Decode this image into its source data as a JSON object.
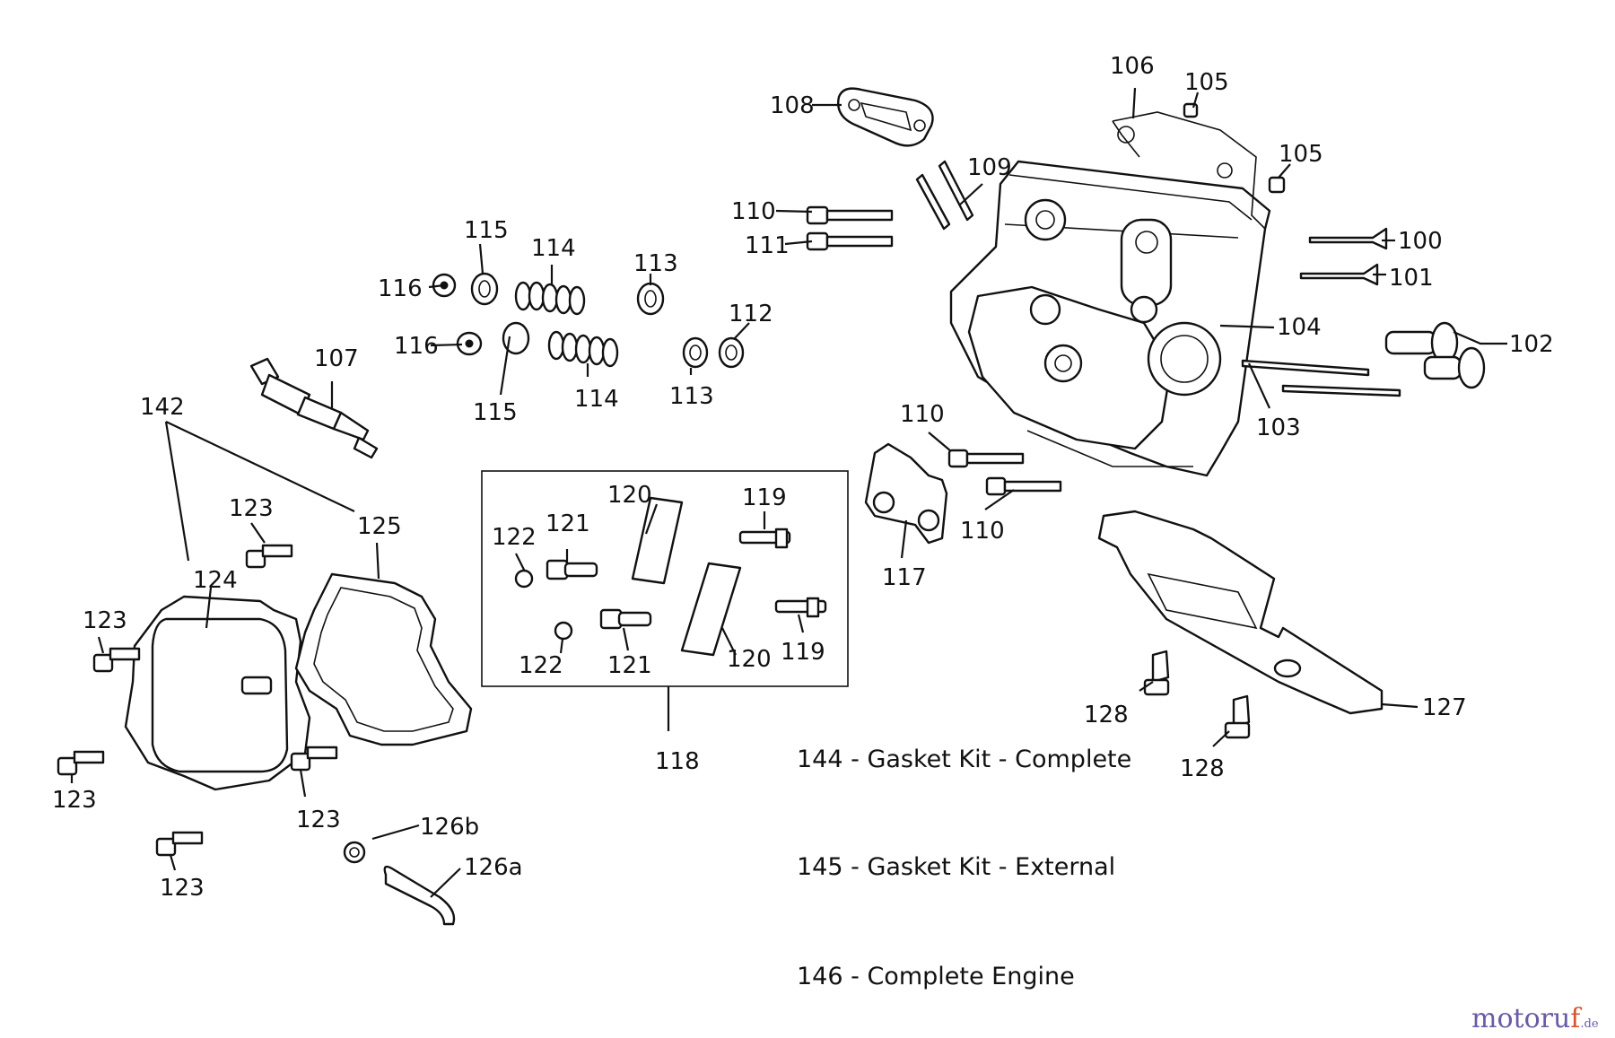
{
  "labels": {
    "l100": "100",
    "l101": "101",
    "l102": "102",
    "l103": "103",
    "l104": "104",
    "l105a": "105",
    "l105b": "105",
    "l106": "106",
    "l107": "107",
    "l108": "108",
    "l109": "109",
    "l110a": "110",
    "l110b": "110",
    "l110c": "110",
    "l111": "111",
    "l112": "112",
    "l113a": "113",
    "l113b": "113",
    "l114a": "114",
    "l114b": "114",
    "l115a": "115",
    "l115b": "115",
    "l116a": "116",
    "l116b": "116",
    "l117": "117",
    "l118": "118",
    "l119a": "119",
    "l119b": "119",
    "l120a": "120",
    "l120b": "120",
    "l121a": "121",
    "l121b": "121",
    "l122a": "122",
    "l122b": "122",
    "l123a": "123",
    "l123b": "123",
    "l123c": "123",
    "l123d": "123",
    "l123e": "123",
    "l124": "124",
    "l125": "125",
    "l126a": "126a",
    "l126b": "126b",
    "l127": "127",
    "l128a": "128",
    "l128b": "128",
    "l142": "142"
  },
  "notes": {
    "n144": "144 - Gasket Kit - Complete",
    "n145": "145 - Gasket Kit - External",
    "n146": "146 - Complete Engine"
  },
  "logo": {
    "main": "motoru",
    "accent": "f",
    "suffix": ".de"
  },
  "colors": {
    "line": "#111111",
    "logo_purple": "#6a5aa8",
    "logo_orange": "#d9542b"
  }
}
